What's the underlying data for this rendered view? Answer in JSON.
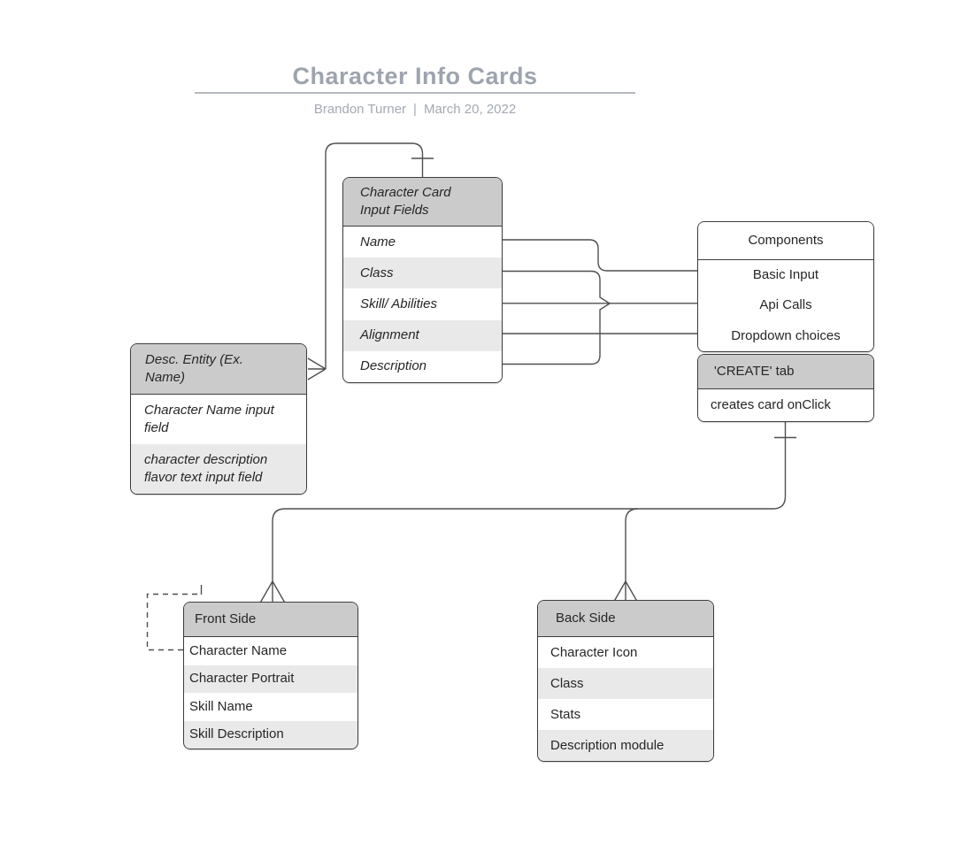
{
  "header": {
    "title": "Character Info Cards",
    "author": "Brandon Turner",
    "separator": "|",
    "date": "March 20, 2022"
  },
  "boxes": {
    "char_card": {
      "title": "Character Card Input Fields",
      "rows": [
        "Name",
        "Class",
        "Skill/ Abilities",
        "Alignment",
        "Description"
      ]
    },
    "components": {
      "title": "Components",
      "rows": [
        "Basic Input",
        "Api Calls",
        "Dropdown choices"
      ]
    },
    "create_tab": {
      "title": "'CREATE' tab",
      "rows": [
        "creates card onClick"
      ]
    },
    "desc_entity": {
      "title": "Desc. Entity (Ex. Name)",
      "rows": [
        "Character Name input field",
        "character description flavor text input field"
      ]
    },
    "front_side": {
      "title": "Front Side",
      "rows": [
        "Character Name",
        "Character Portrait",
        "Skill Name",
        "Skill Description"
      ]
    },
    "back_side": {
      "title": "Back Side",
      "rows": [
        "Character Icon",
        "Class",
        "Stats",
        "Description module"
      ]
    }
  },
  "relationships": [
    {
      "from": "char_card.header",
      "to": "desc_entity",
      "from_marker": "one-tick",
      "to_marker": "crow-foot-many",
      "style": "solid"
    },
    {
      "from": "char_card.Name",
      "to": "components.Basic Input",
      "style": "solid"
    },
    {
      "from": "char_card.Class",
      "to": "components.Api Calls",
      "style": "solid"
    },
    {
      "from": "char_card.Skill/ Abilities",
      "to": "components.Api Calls",
      "style": "solid"
    },
    {
      "from": "char_card.Description",
      "to": "components.Api Calls",
      "style": "solid"
    },
    {
      "from": "char_card.Alignment",
      "to": "components.Dropdown choices",
      "style": "solid"
    },
    {
      "from": "create_tab",
      "to": "front_side",
      "from_marker": "one-tick",
      "to_marker": "crow-foot-many",
      "style": "solid"
    },
    {
      "from": "create_tab",
      "to": "back_side",
      "from_marker": "one-tick",
      "to_marker": "crow-foot-many",
      "style": "solid"
    },
    {
      "from": "front_side.Character Name",
      "to": "unattached",
      "style": "dashed"
    }
  ],
  "colors": {
    "header_fill": "#cbcbcb",
    "stripe_fill": "#e9e9e9",
    "box_border": "#3d3d3d",
    "connector": "#4f4f4f",
    "text": "#262626",
    "title_text": "#9ea4ae",
    "subtitle_text": "#a4a9b1",
    "title_rule": "#b5b8be",
    "background": "#ffffff"
  }
}
